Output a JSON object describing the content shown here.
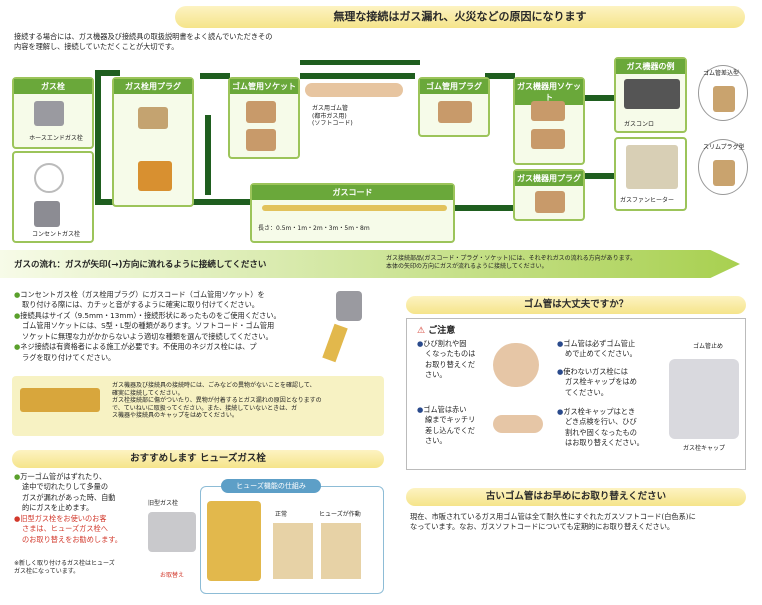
{
  "top_banner": "無理な接続はガス漏れ、火災などの原因になります",
  "intro": [
    "接続する場合には、ガス機器及び接続具の取扱説明書をよく読んでいただきその",
    "内容を理解し、接続していただくことが大切です。"
  ],
  "boxes": {
    "gas_cock": "ガス栓",
    "hose_end": "ホースエンドガス栓",
    "consent_gas": "コンセントガス栓",
    "plug": "ガス栓用プラグ",
    "rubber_socket": "ゴム管用ソケット",
    "rubber_hose_label": [
      "ガス用ゴム管",
      "(都市ガス用)",
      "(ソフトコード)"
    ],
    "rubber_plug": "ゴム管用プラグ",
    "device_socket": "ガス機器用ソケット",
    "device_plug": "ガス機器用プラグ",
    "gas_code": "ガスコード",
    "gas_code_len": "長さ：0.5m・1m・2m・3m・5m・8m",
    "devices": "ガス機器の例",
    "stove": "ガスコンロ",
    "heater": "ガスファンヒーター",
    "pipe_type": "ゴム管差込型",
    "slim_plug": "スリムプラグ型"
  },
  "flow_banner": "ガスの流れ：ガスが矢印(→)方向に流れるように接続してください",
  "flow_note": [
    "ガス接続部品(ガスコード・プラグ・ソケット)には、それぞれガスの流れる方向があります。",
    "本体の矢印の方向にガスが流れるように接続してください。"
  ],
  "left_bullets": [
    "コンセントガス栓（ガス栓用プラグ）にガスコード（ゴム管用ソケット）を",
    "取り付ける際には、カチッと音がするように確実に取り付けてください。",
    "接続具はサイズ（9.5mm・13mm）・接続形状にあったものをご使用ください。",
    "ゴム管用ソケットには、S型・L型の種類があります。ソフトコード・ゴム管用",
    "ソケットに無理な力がかからないよう適切な種類を選んで接続してください。",
    "ネジ接続は有資格者による施工が必要です。不使用のネジガス栓には、プ",
    "ラグを取り付けてください。"
  ],
  "yellow_note": [
    "ガス機器及び接続具の接続時には、ごみなどの異物がないことを確認して、",
    "確実に接続してください。",
    "ガス栓接続部に傷がついたり、異物が付着するとガス漏れの原因となりますの",
    "で、ていねいに取扱ってください。また、接続していないときは、ガ",
    "ス機器や接続具のキャップをはめてください。"
  ],
  "fuse_banner": "おすすめします ヒューズガス栓",
  "fuse_text": [
    "万一ゴム管がはずれたり、",
    "途中で切れたりして多量の",
    "ガスが漏れがあった時、自動",
    "的にガスを止めます。"
  ],
  "fuse_red": [
    "旧型ガス栓をお使いのお客",
    "さまは、ヒューズガス栓へ",
    "のお取り替えをお勧めします。"
  ],
  "fuse_note": [
    "※新しく取り付けるガス栓はヒューズ",
    "ガス栓になっています。"
  ],
  "old_cock": "旧型ガス栓",
  "replace_label": "お取替え",
  "fuse_mech": "ヒューズ機能の仕組み",
  "normal": "正常",
  "fuse_active": "ヒューズが作動",
  "rubber_banner": "ゴム管は大丈夫ですか？",
  "caution": "ご注意",
  "caution_items_left": [
    [
      "ひび割れや固",
      "くなったものは",
      "お取り替えくだ",
      "さい。"
    ],
    [
      "ゴム管は赤い",
      "線までキッチリ",
      "差し込んでくだ",
      "さい。"
    ]
  ],
  "caution_items_right": [
    [
      "ゴム管は必ずゴム管止",
      "めで止めてください。"
    ],
    [
      "使わないガス栓には",
      "ガス栓キャップをはめ",
      "てください。"
    ],
    [
      "ガス栓キャップはとき",
      "どき点検を行い、ひび",
      "割れや固くなったもの",
      "はお取り替えください。"
    ]
  ],
  "rubber_stop": "ゴム管止め",
  "cap_label": "ガス栓キャップ",
  "old_hose_banner": "古いゴム管はお早めにお取り替えください",
  "old_hose_text": [
    "現在、市販されているガス用ゴム管は全て耐久性にすぐれたガスソフトコード(白色系)に",
    "なっています。なお、ガスソフトコードについても定期的にお取り替えください。"
  ],
  "colors": {
    "accent_green": "#6aa83a",
    "dark_arrow": "#1f5e1f",
    "banner_yellow": "#f5e48a",
    "red": "#d2382b"
  }
}
